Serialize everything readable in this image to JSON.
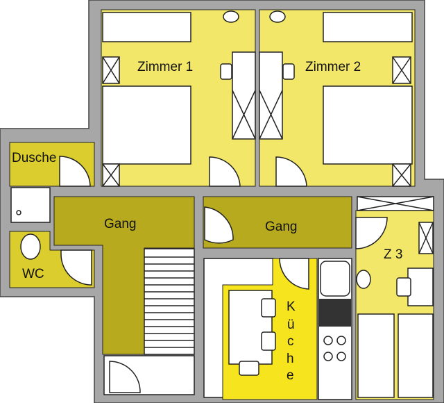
{
  "rooms": {
    "zimmer1": "Zimmer 1",
    "zimmer2": "Zimmer 2",
    "dusche": "Dusche",
    "wc": "WC",
    "gang_left": "Gang",
    "gang_right": "Gang",
    "z3": "Z 3",
    "kueche": [
      "K",
      "ü",
      "c",
      "h",
      "e"
    ]
  },
  "colors": {
    "wall": "#a7a7a7",
    "room_yellow": "#f3e76a",
    "wet_yellow": "#dccd2e",
    "corridor": "#b7aa1e",
    "kitchen": "#f5e41e"
  }
}
